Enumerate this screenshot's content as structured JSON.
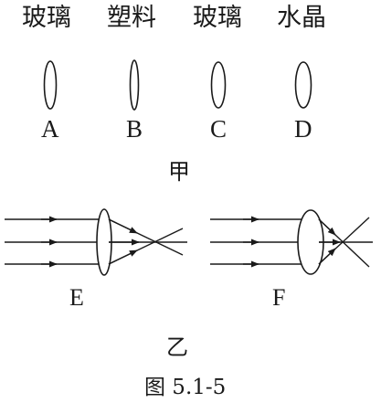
{
  "panel_jia": {
    "materials": [
      "玻璃",
      "塑料",
      "玻璃",
      "水晶"
    ],
    "letters": [
      "A",
      "B",
      "C",
      "D"
    ],
    "caption": "甲"
  },
  "panel_yi": {
    "labels": [
      "E",
      "F"
    ],
    "caption": "乙"
  },
  "figure_caption": "图 5.1-5"
}
